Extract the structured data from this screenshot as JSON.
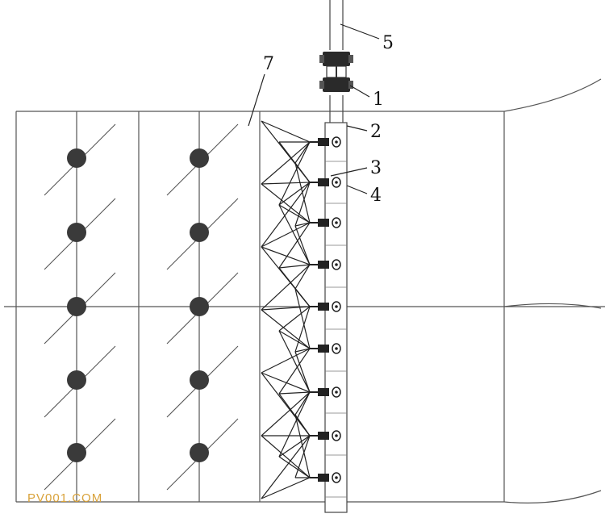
{
  "diagram": {
    "callouts": [
      {
        "id": "label-5",
        "text": "5"
      },
      {
        "id": "label-1",
        "text": "1"
      },
      {
        "id": "label-2",
        "text": "2"
      },
      {
        "id": "label-3",
        "text": "3"
      },
      {
        "id": "label-4",
        "text": "4"
      },
      {
        "id": "label-7",
        "text": "7"
      }
    ],
    "watermark": "PV001.COM",
    "colors": {
      "line": "#555555",
      "dark": "#222222",
      "dot": "#3a3a3a",
      "watermark": "#d9a23a"
    },
    "grid": {
      "column_dot_rows": 5,
      "dot_columns": 2,
      "tower_units": 9
    }
  }
}
